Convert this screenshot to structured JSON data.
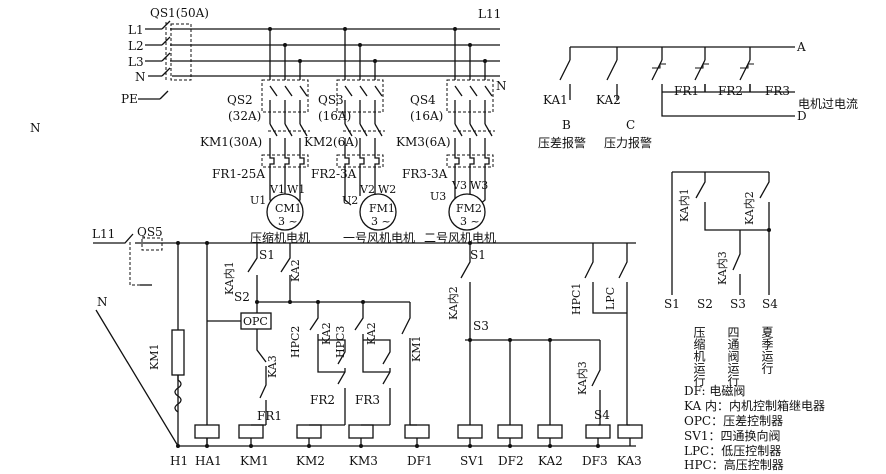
{
  "power": {
    "lines": [
      "L1",
      "L2",
      "L3",
      "N",
      "PE"
    ],
    "main_switch": "QS1(50A)",
    "line_label": "L11",
    "neutral": "N",
    "breakers": [
      "QS2",
      "QS3",
      "QS4"
    ],
    "breaker_ratings": [
      "(32A)",
      "(16A)",
      "(16A)"
    ],
    "contactors": [
      "KM1(30A)",
      "KM2(6A)",
      "KM3(6A)"
    ],
    "thermal_relays": [
      "FR1-25A",
      "FR2-3A",
      "FR3-3A"
    ],
    "motor_names": [
      "CM1",
      "FM1",
      "FM2"
    ],
    "motor_phase_symbol": "3 ~",
    "motor_terminals": [
      "U1",
      "V1",
      "W1",
      "U2",
      "V2",
      "W2",
      "U3",
      "V3",
      "W3"
    ],
    "motor_captions": [
      "压缩机电机",
      "一号风机电机",
      "二号风机电机"
    ]
  },
  "left_n": "N",
  "alarm": {
    "rail": [
      "A",
      "D"
    ],
    "contacts": [
      "KA1",
      "KA2",
      "FR1",
      "FR2",
      "FR3"
    ],
    "outputs": [
      "B",
      "C"
    ],
    "output_captions": [
      "压差报警",
      "压力报警"
    ],
    "overcurrent": "电机过电流"
  },
  "control": {
    "line_label": "L11",
    "neutral": "N",
    "switch": "QS5",
    "contacts": [
      "S1",
      "KA内1",
      "KA2",
      "S2",
      "OPC",
      "KA3",
      "FR1",
      "HPC2",
      "KA2",
      "FR2",
      "HPC3",
      "KA2",
      "FR3",
      "KM1",
      "KM1",
      "KA内2",
      "S1",
      "S3",
      "KA内3",
      "S4",
      "HPC1",
      "LPC"
    ],
    "loads": [
      "H1",
      "HA1",
      "KM1",
      "KM2",
      "KM3",
      "DF1",
      "SV1",
      "DF2",
      "KA2",
      "DF3",
      "KA3"
    ]
  },
  "mode": {
    "contacts": [
      "KA内1",
      "KA内2",
      "KA内3"
    ],
    "terminals": [
      "S1",
      "S2",
      "S3",
      "S4"
    ],
    "descriptions": [
      "压缩机运行",
      "四通阀运行",
      "夏季运行"
    ]
  },
  "legend": [
    "DF: 电磁阀",
    "KA 内：内机控制箱继电器",
    "OPC：压差控制器",
    "SV1：四通换向阀",
    "LPC：低压控制器",
    "HPC：高压控制器"
  ]
}
